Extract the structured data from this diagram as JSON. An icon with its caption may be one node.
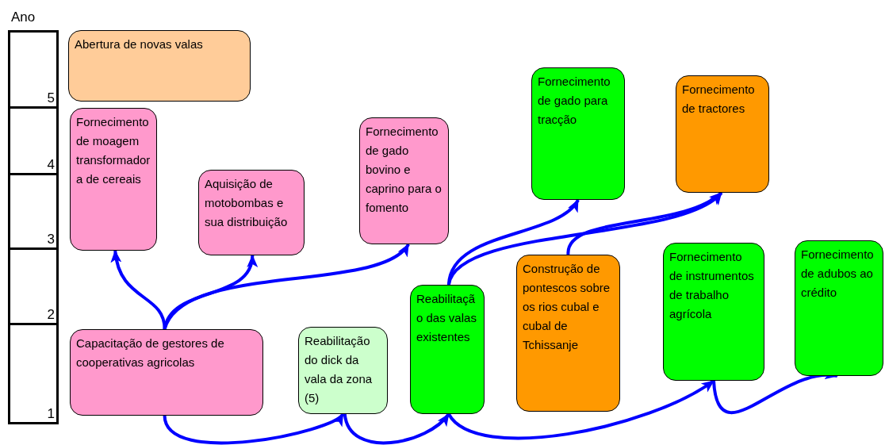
{
  "diagram": {
    "nodes": [
      {
        "text": [
          "Abertura de novas valas"
        ]
      },
      {
        "text": [
          "Fornecimento de moagem transformadora de cereais"
        ]
      },
      {
        "text": [
          "Aquisição de motobombas e sua distribuição"
        ]
      },
      {
        "text": [
          "Fornecimento de gado bovino e caprino para o fomento"
        ]
      },
      {
        "text": [
          "Fornecimento de gado para tracção"
        ]
      },
      {
        "text": [
          "Fornecimento de tractores"
        ]
      },
      {
        "text": [
          "Capacitação de gestores de cooperativas agricolas"
        ]
      },
      {
        "text": [
          "Reabilitação do dick da vala da zona (5)"
        ]
      },
      {
        "text": [
          "Reabilitação das valas existentes"
        ]
      },
      {
        "text": [
          "Construção de pontescos sobre os rios cubal e cubal de Tchissanje"
        ]
      },
      {
        "text": [
          "Fornecimento de instrumentos de trabalho agrícola"
        ]
      },
      {
        "text": [
          "Fornecimento de adubos ao crédito"
        ]
      }
    ],
    "edges": [
      {
        "from": 6,
        "to": 1,
        "arrow": "to"
      },
      {
        "from": 6,
        "to": 2,
        "arrow": "to"
      },
      {
        "from": 6,
        "to": 3,
        "arrow": "to"
      },
      {
        "from": 6,
        "to": 7,
        "arrow": "to"
      },
      {
        "from": 7,
        "to": 8,
        "arrow": "to"
      },
      {
        "from": 8,
        "to": 10,
        "arrow": "to"
      },
      {
        "from": 10,
        "to": 11,
        "arrow": "to"
      },
      {
        "from": 8,
        "to": 4,
        "arrow": "to"
      },
      {
        "from": 8,
        "to": 5,
        "arrow": "to"
      },
      {
        "from": 9,
        "to": 5,
        "arrow": "to"
      }
    ],
    "labels": [
      "Ano",
      "5",
      "4",
      "3",
      "2",
      "1"
    ]
  }
}
